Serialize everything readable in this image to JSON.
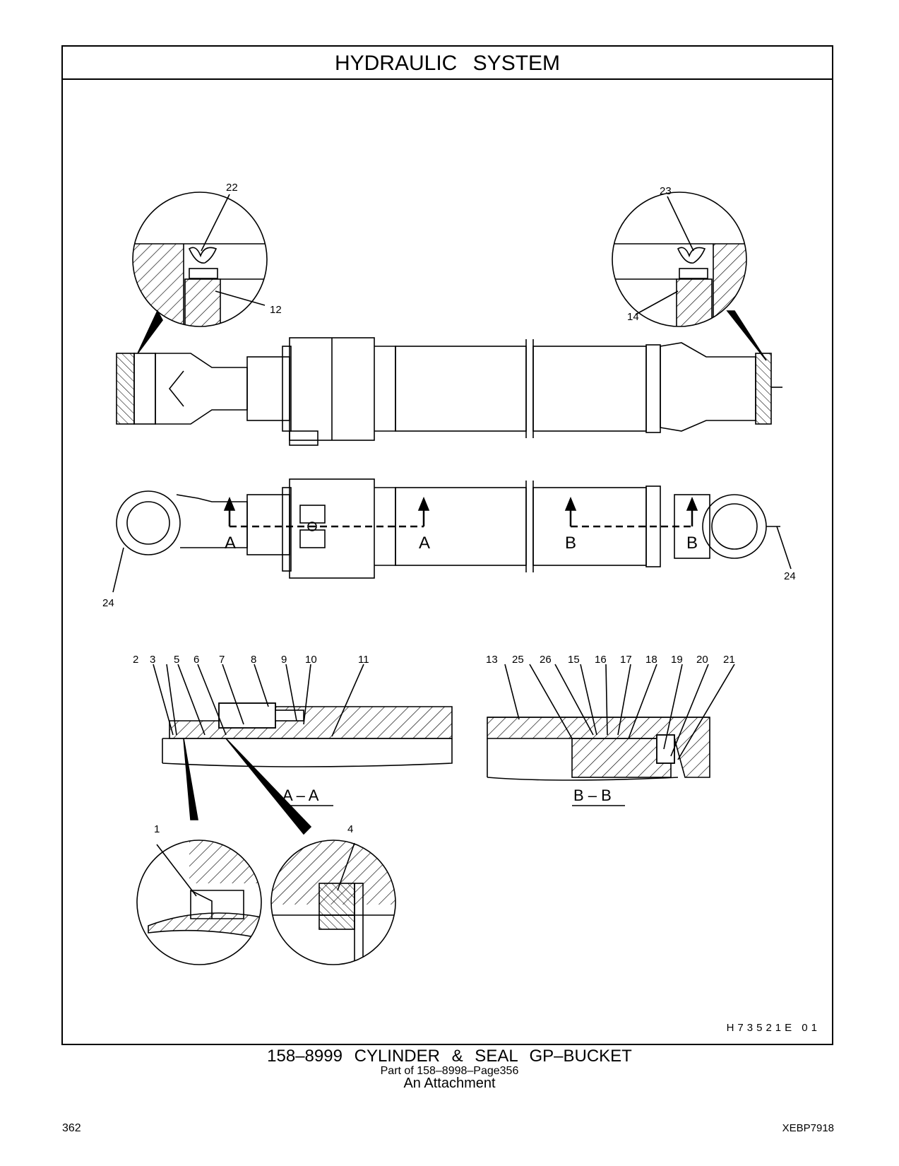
{
  "header": {
    "title": "HYDRAULIC   SYSTEM"
  },
  "drawing": {
    "code": "H73521E   01",
    "section_markers": {
      "a": "A",
      "b": "B"
    },
    "section_labels": {
      "aa": "A – A",
      "bb": "B – B"
    },
    "callouts": [
      "1",
      "2",
      "3",
      "4",
      "5",
      "6",
      "7",
      "8",
      "9",
      "10",
      "11",
      "12",
      "13",
      "14",
      "15",
      "16",
      "17",
      "18",
      "19",
      "20",
      "21",
      "22",
      "23",
      "24",
      "25",
      "26"
    ]
  },
  "caption": {
    "title": "158–8999  CYLINDER & SEAL GP–BUCKET",
    "part_of": "Part of 158–8998–Page356",
    "note": "An Attachment"
  },
  "footer": {
    "page_number": "362",
    "document_code": "XEBP7918"
  }
}
